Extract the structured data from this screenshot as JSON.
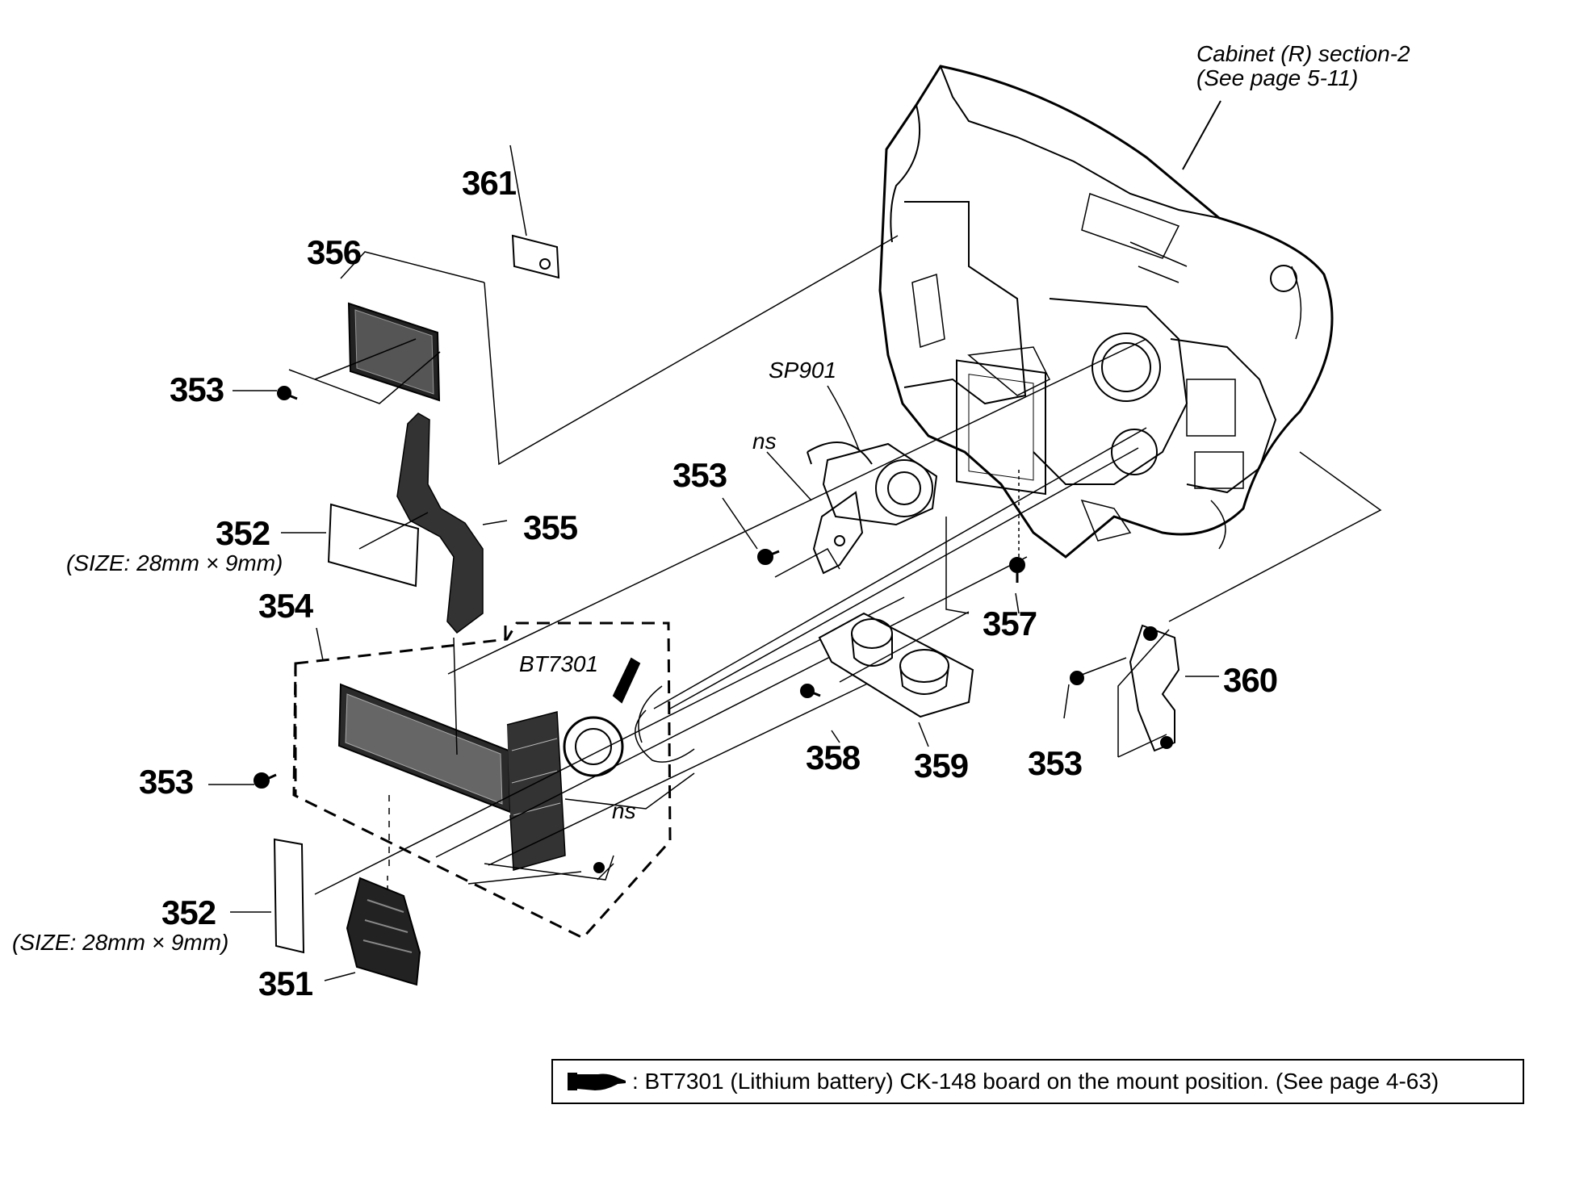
{
  "callouts": {
    "c351": "351",
    "c352a": "352",
    "c352b": "352",
    "c353a": "353",
    "c353b": "353",
    "c353c": "353",
    "c353d": "353",
    "c354": "354",
    "c355": "355",
    "c356": "356",
    "c357": "357",
    "c358": "358",
    "c359": "359",
    "c360": "360",
    "c361": "361"
  },
  "annotations": {
    "size_a": "(SIZE: 28mm × 9mm)",
    "size_b": "(SIZE: 28mm × 9mm)",
    "sp901": "SP901",
    "bt7301": "BT7301",
    "ns_a": "ns",
    "ns_b": "ns",
    "cabinet_line1": "Cabinet (R) section-2",
    "cabinet_line2": "(See page 5-11)"
  },
  "note": {
    "icon": "pointing-hand-icon",
    "text": ": BT7301 (Lithium battery) CK-148 board on the mount position. (See page 4-63)"
  }
}
